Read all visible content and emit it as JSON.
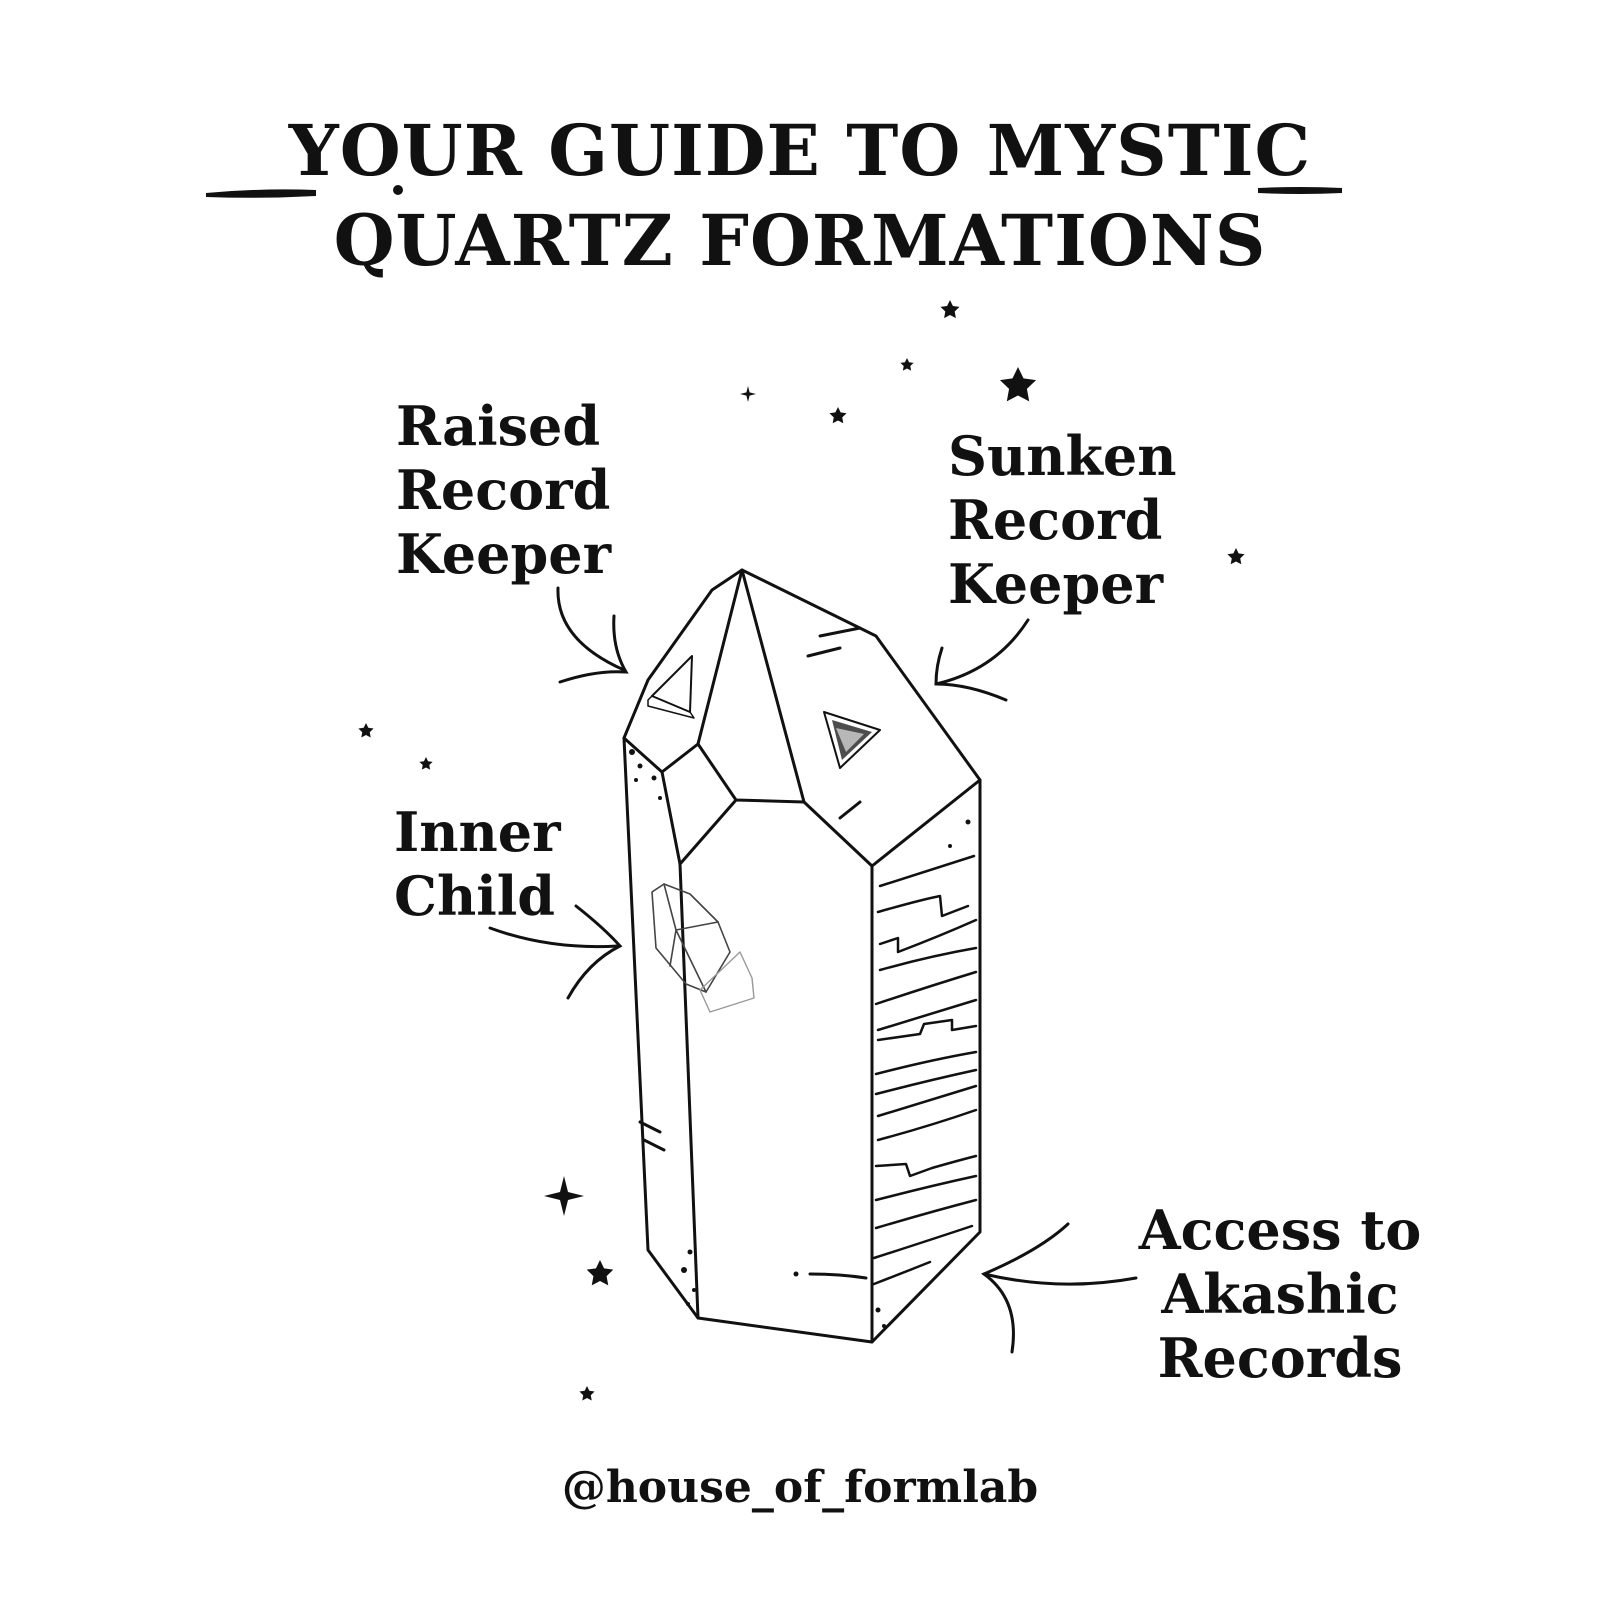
{
  "title": {
    "line1": "YOUR GUIDE TO MYSTIC",
    "line2": "QUARTZ FORMATIONS"
  },
  "labels": {
    "raised": [
      "Raised",
      "Record",
      "Keeper"
    ],
    "sunken": [
      "Sunken",
      "Record",
      "Keeper"
    ],
    "inner": [
      "Inner",
      "Child"
    ],
    "access": [
      "Access to",
      "Akashic",
      "Records"
    ]
  },
  "handle": "@house_of_formlab",
  "colors": {
    "ink": "#111111",
    "background": "#ffffff"
  },
  "icons": [
    "star-icon",
    "crystal-illustration",
    "arrow-icon"
  ]
}
